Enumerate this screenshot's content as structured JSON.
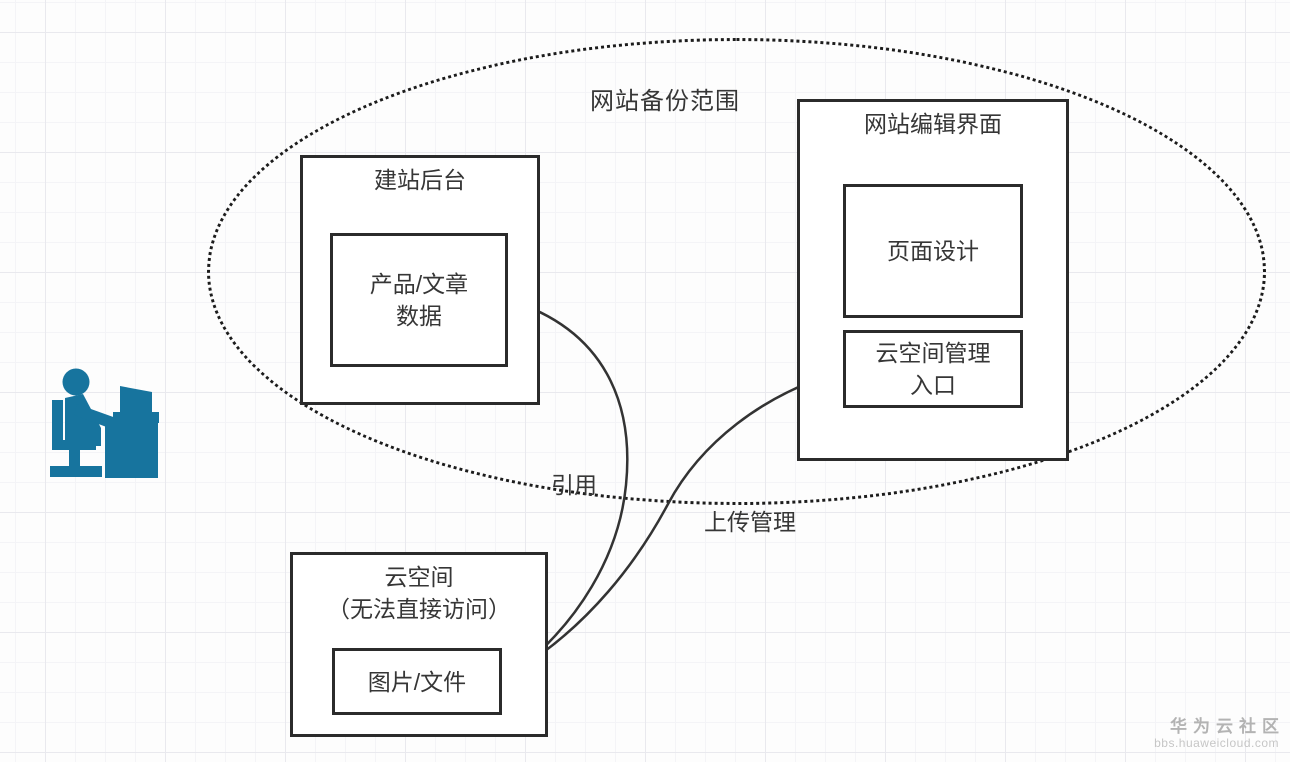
{
  "diagram": {
    "scope_label": "网站备份范围",
    "boxes": {
      "site_backend": {
        "title": "建站后台"
      },
      "product_data": {
        "line1": "产品/文章",
        "line2": "数据"
      },
      "site_editor": {
        "title": "网站编辑界面"
      },
      "page_design": {
        "label": "页面设计"
      },
      "cloud_entry": {
        "line1": "云空间管理",
        "line2": "入口"
      },
      "cloud_space": {
        "title": "云空间",
        "subtitle": "（无法直接访问）"
      },
      "files": {
        "label": "图片/文件"
      }
    },
    "edges": {
      "reference": {
        "label": "引用"
      },
      "upload": {
        "label": "上传管理"
      }
    },
    "colors": {
      "person_icon": "#17749e",
      "line": "#333333",
      "box_border": "#2b2b2b"
    }
  },
  "watermark": {
    "name": "华为云社区",
    "site": "bbs.huaweicloud.com"
  }
}
